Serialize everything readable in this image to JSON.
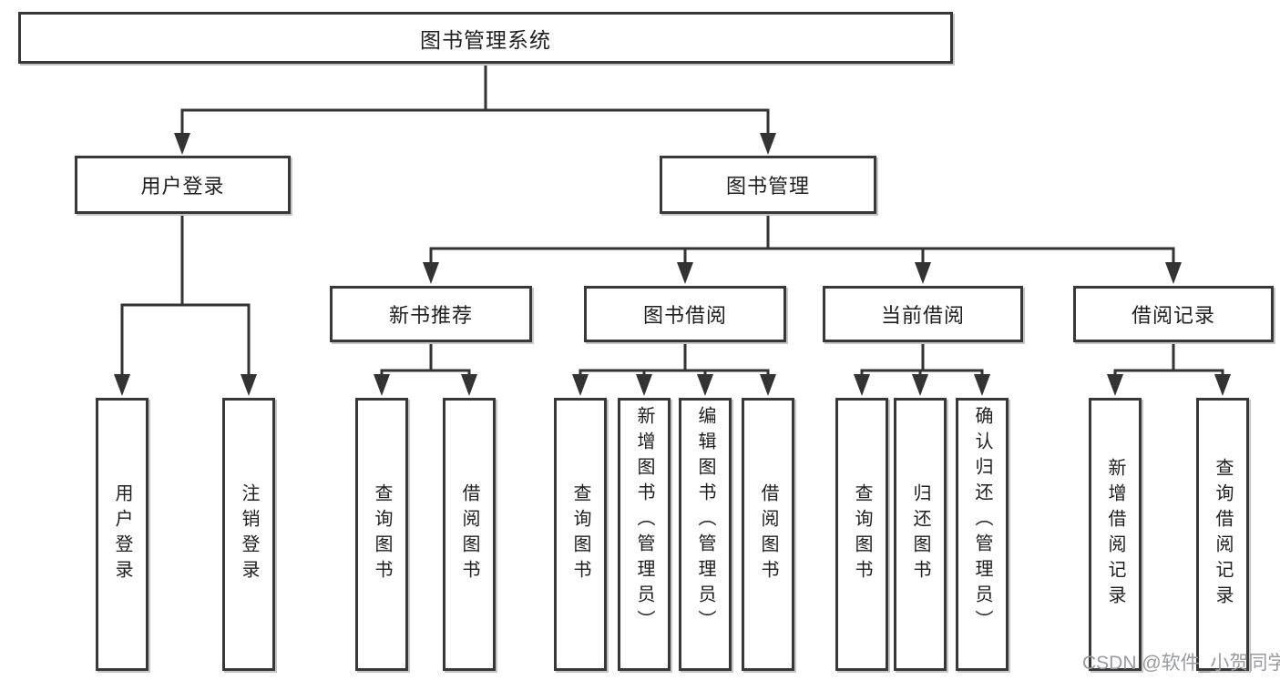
{
  "nodes": {
    "root": "图书管理系统",
    "level2": [
      "用户登录",
      "图书管理"
    ],
    "level3": [
      "新书推荐",
      "图书借阅",
      "当前借阅",
      "借阅记录"
    ],
    "leaves": {
      "user_login": [
        "用户登录",
        "注销登录"
      ],
      "new_book_recommendation": [
        "查询图书",
        "借阅图书"
      ],
      "book_borrowing": [
        "查询图书",
        "新增图书（管理员）",
        "编辑图书（管理员）",
        "借阅图书"
      ],
      "current_borrowing": [
        "查询图书",
        "归还图书",
        "确认归还（管理员）"
      ],
      "borrowing_records": [
        "新增借阅记录",
        "查询借阅记录"
      ]
    }
  },
  "watermark": "CSDN @软件_小贺同学",
  "colors": {
    "line": "#333333",
    "box_border": "#383838",
    "text": "#1e1e1e",
    "watermark_text": "#9a9b9e",
    "background": "#ffffff"
  }
}
